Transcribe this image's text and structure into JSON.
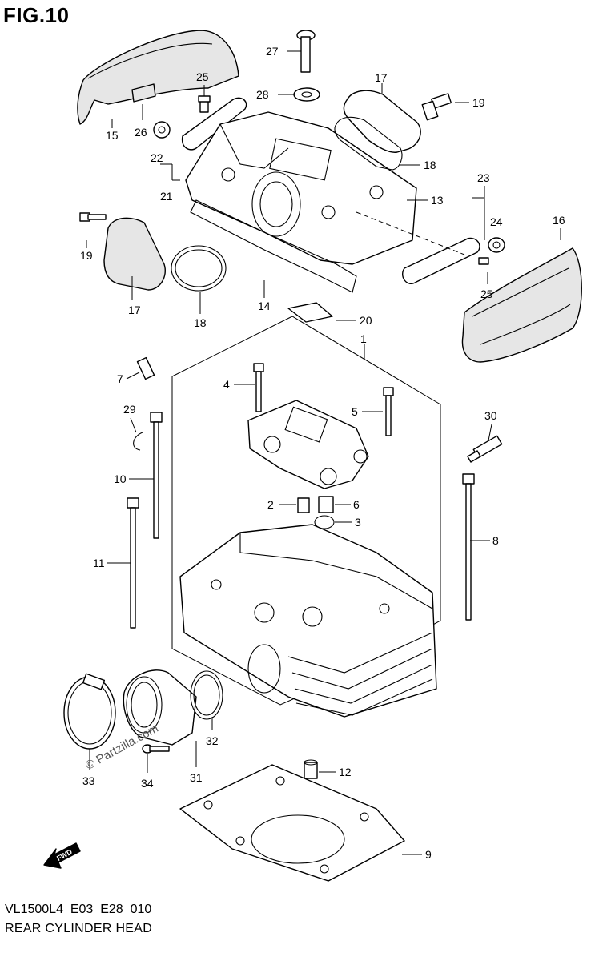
{
  "figure": {
    "title": "FIG.10",
    "code": "VL1500L4_E03_E28_010",
    "name": "REAR CYLINDER HEAD",
    "watermark": "© Partzilla.com"
  },
  "callouts": [
    {
      "id": "c1",
      "label": "1"
    },
    {
      "id": "c2",
      "label": "2"
    },
    {
      "id": "c3",
      "label": "3"
    },
    {
      "id": "c4",
      "label": "4"
    },
    {
      "id": "c5",
      "label": "5"
    },
    {
      "id": "c6",
      "label": "6"
    },
    {
      "id": "c7",
      "label": "7"
    },
    {
      "id": "c8",
      "label": "8"
    },
    {
      "id": "c9",
      "label": "9"
    },
    {
      "id": "c10",
      "label": "10"
    },
    {
      "id": "c11",
      "label": "11"
    },
    {
      "id": "c12",
      "label": "12"
    },
    {
      "id": "c13",
      "label": "13"
    },
    {
      "id": "c14",
      "label": "14"
    },
    {
      "id": "c15",
      "label": "15"
    },
    {
      "id": "c16",
      "label": "16"
    },
    {
      "id": "c17a",
      "label": "17"
    },
    {
      "id": "c17b",
      "label": "17"
    },
    {
      "id": "c18a",
      "label": "18"
    },
    {
      "id": "c18b",
      "label": "18"
    },
    {
      "id": "c19a",
      "label": "19"
    },
    {
      "id": "c19b",
      "label": "19"
    },
    {
      "id": "c20",
      "label": "20"
    },
    {
      "id": "c21",
      "label": "21"
    },
    {
      "id": "c22",
      "label": "22"
    },
    {
      "id": "c23",
      "label": "23"
    },
    {
      "id": "c24",
      "label": "24"
    },
    {
      "id": "c25a",
      "label": "25"
    },
    {
      "id": "c25b",
      "label": "25"
    },
    {
      "id": "c26",
      "label": "26"
    },
    {
      "id": "c27",
      "label": "27"
    },
    {
      "id": "c28",
      "label": "28"
    },
    {
      "id": "c29",
      "label": "29"
    },
    {
      "id": "c30",
      "label": "30"
    },
    {
      "id": "c31",
      "label": "31"
    },
    {
      "id": "c32",
      "label": "32"
    },
    {
      "id": "c33",
      "label": "33"
    },
    {
      "id": "c34",
      "label": "34"
    }
  ],
  "icons": {
    "front_arrow": "fwd-arrow-icon",
    "front_arrow_text": "FWD"
  }
}
